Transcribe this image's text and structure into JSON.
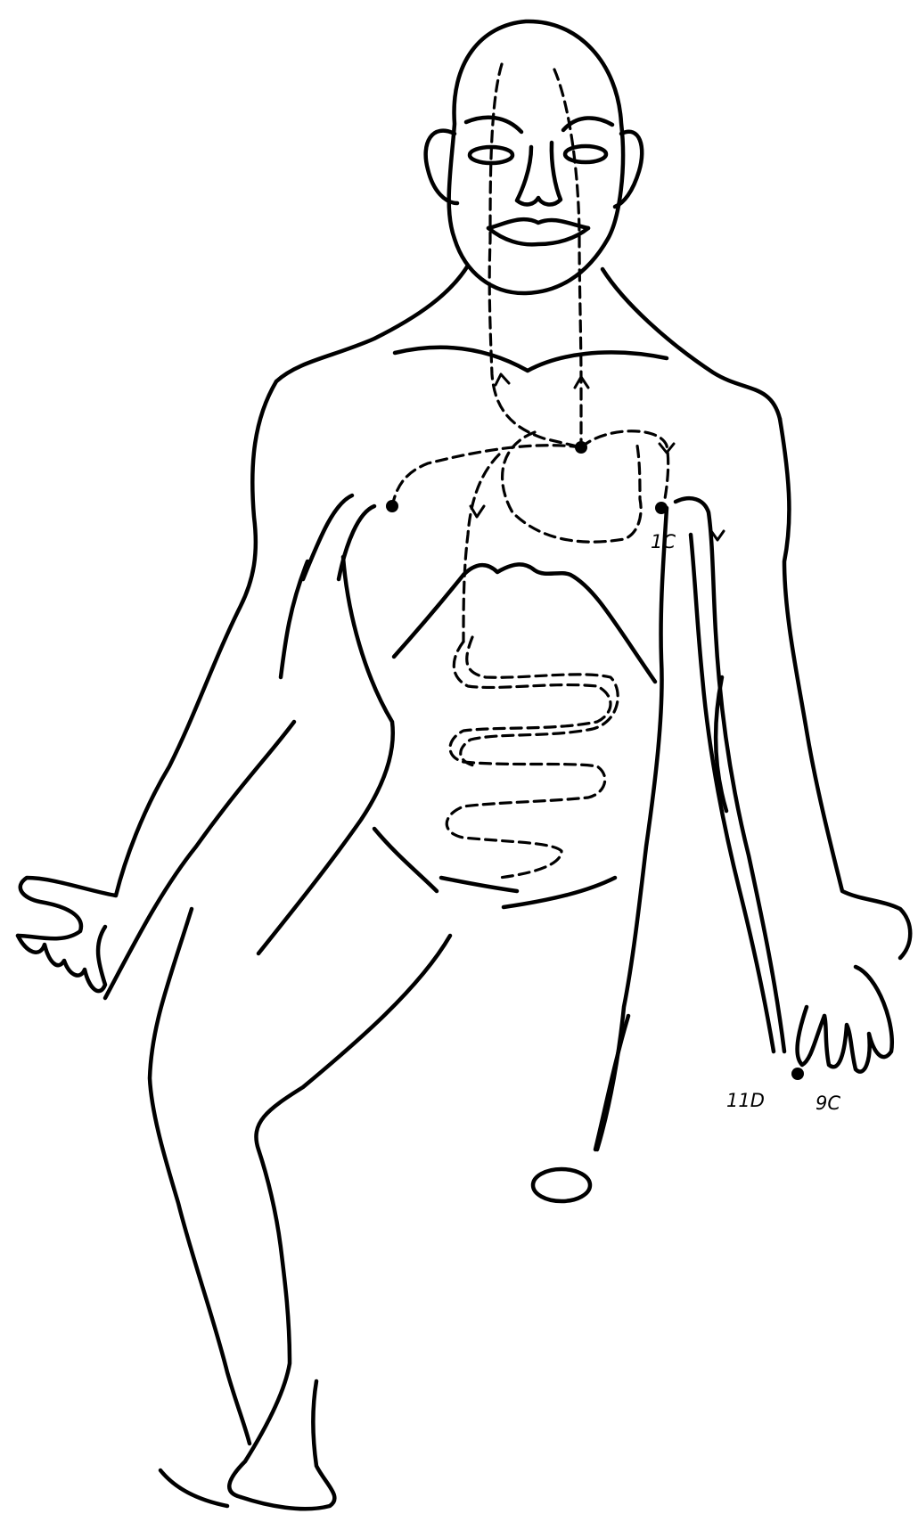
{
  "labels": {
    "point_1c": "1C",
    "point_11d": "11D",
    "point_9c": "9C"
  },
  "colors": {
    "line": "#000000",
    "background": "#ffffff"
  }
}
